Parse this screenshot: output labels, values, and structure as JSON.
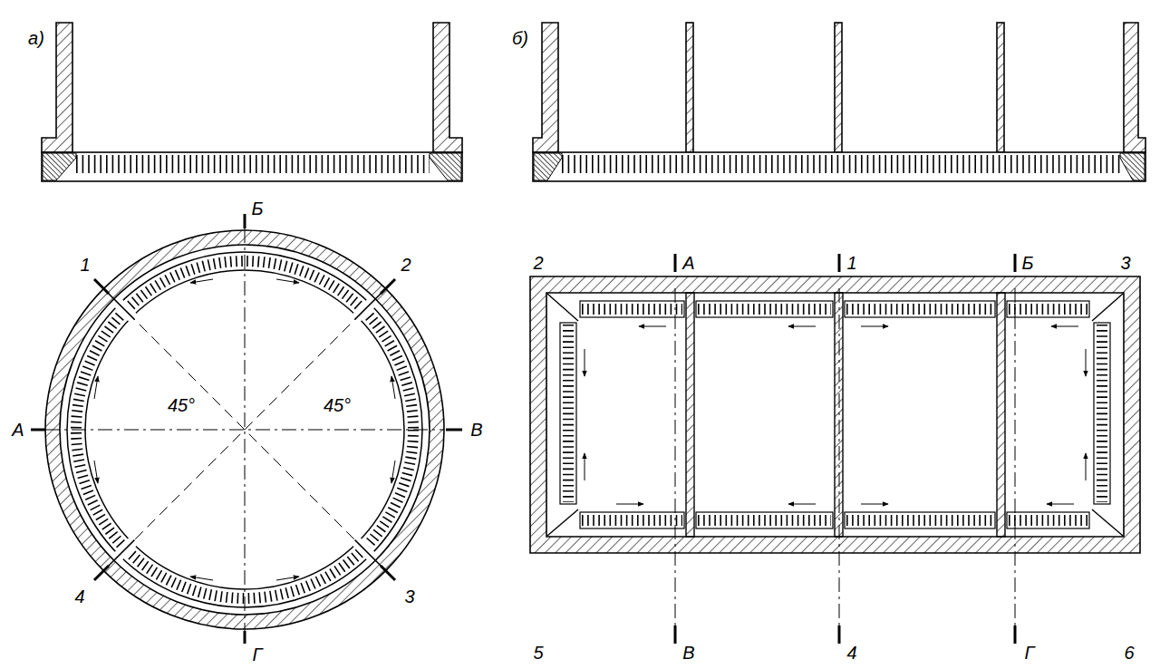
{
  "diagram": {
    "labels": [
      "а)",
      "б)",
      "Б",
      "1",
      "2",
      "А",
      "В",
      "45°",
      "45°",
      "4",
      "3",
      "Г",
      "2",
      "А",
      "1",
      "Б",
      "3",
      "5",
      "В",
      "4",
      "Г",
      "6"
    ]
  }
}
